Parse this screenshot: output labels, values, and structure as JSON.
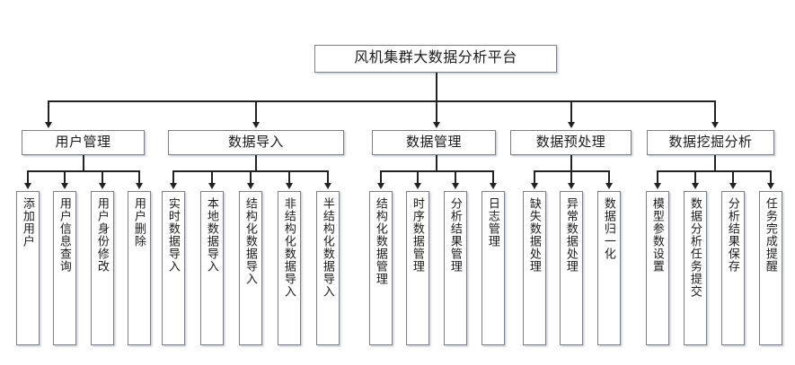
{
  "diagram": {
    "title": "风机集群大数据分析平台",
    "type": "hierarchy-tree",
    "orientation": "top-down",
    "colors": {
      "background": "#ffffff",
      "box_border": "#7f7f7f",
      "connector": "#222222",
      "text": "#1a1a1a",
      "shadow": "#8291aa"
    },
    "root": {
      "label": "风机集群大数据分析平台"
    },
    "groups": [
      {
        "label": "用户管理",
        "children": [
          {
            "label": "添加用户"
          },
          {
            "label": "用户信息查询"
          },
          {
            "label": "用户身份修改"
          },
          {
            "label": "用户删除"
          }
        ]
      },
      {
        "label": "数据导入",
        "children": [
          {
            "label": "实时数据导入"
          },
          {
            "label": "本地数据导入"
          },
          {
            "label": "结构化数据导入"
          },
          {
            "label": "非结构化数据导入"
          },
          {
            "label": "半结构化数据导入"
          }
        ]
      },
      {
        "label": "数据管理",
        "children": [
          {
            "label": "结构化数据管理"
          },
          {
            "label": "时序数据管理"
          },
          {
            "label": "分析结果管理"
          },
          {
            "label": "日志管理"
          }
        ]
      },
      {
        "label": "数据预处理",
        "children": [
          {
            "label": "缺失数据处理"
          },
          {
            "label": "异常数据处理"
          },
          {
            "label": "数据归一化"
          }
        ]
      },
      {
        "label": "数据挖掘分析",
        "children": [
          {
            "label": "模型参数设置"
          },
          {
            "label": "数据分析任务提交"
          },
          {
            "label": "分析结果保存"
          },
          {
            "label": "任务完成提醒"
          }
        ]
      }
    ]
  }
}
